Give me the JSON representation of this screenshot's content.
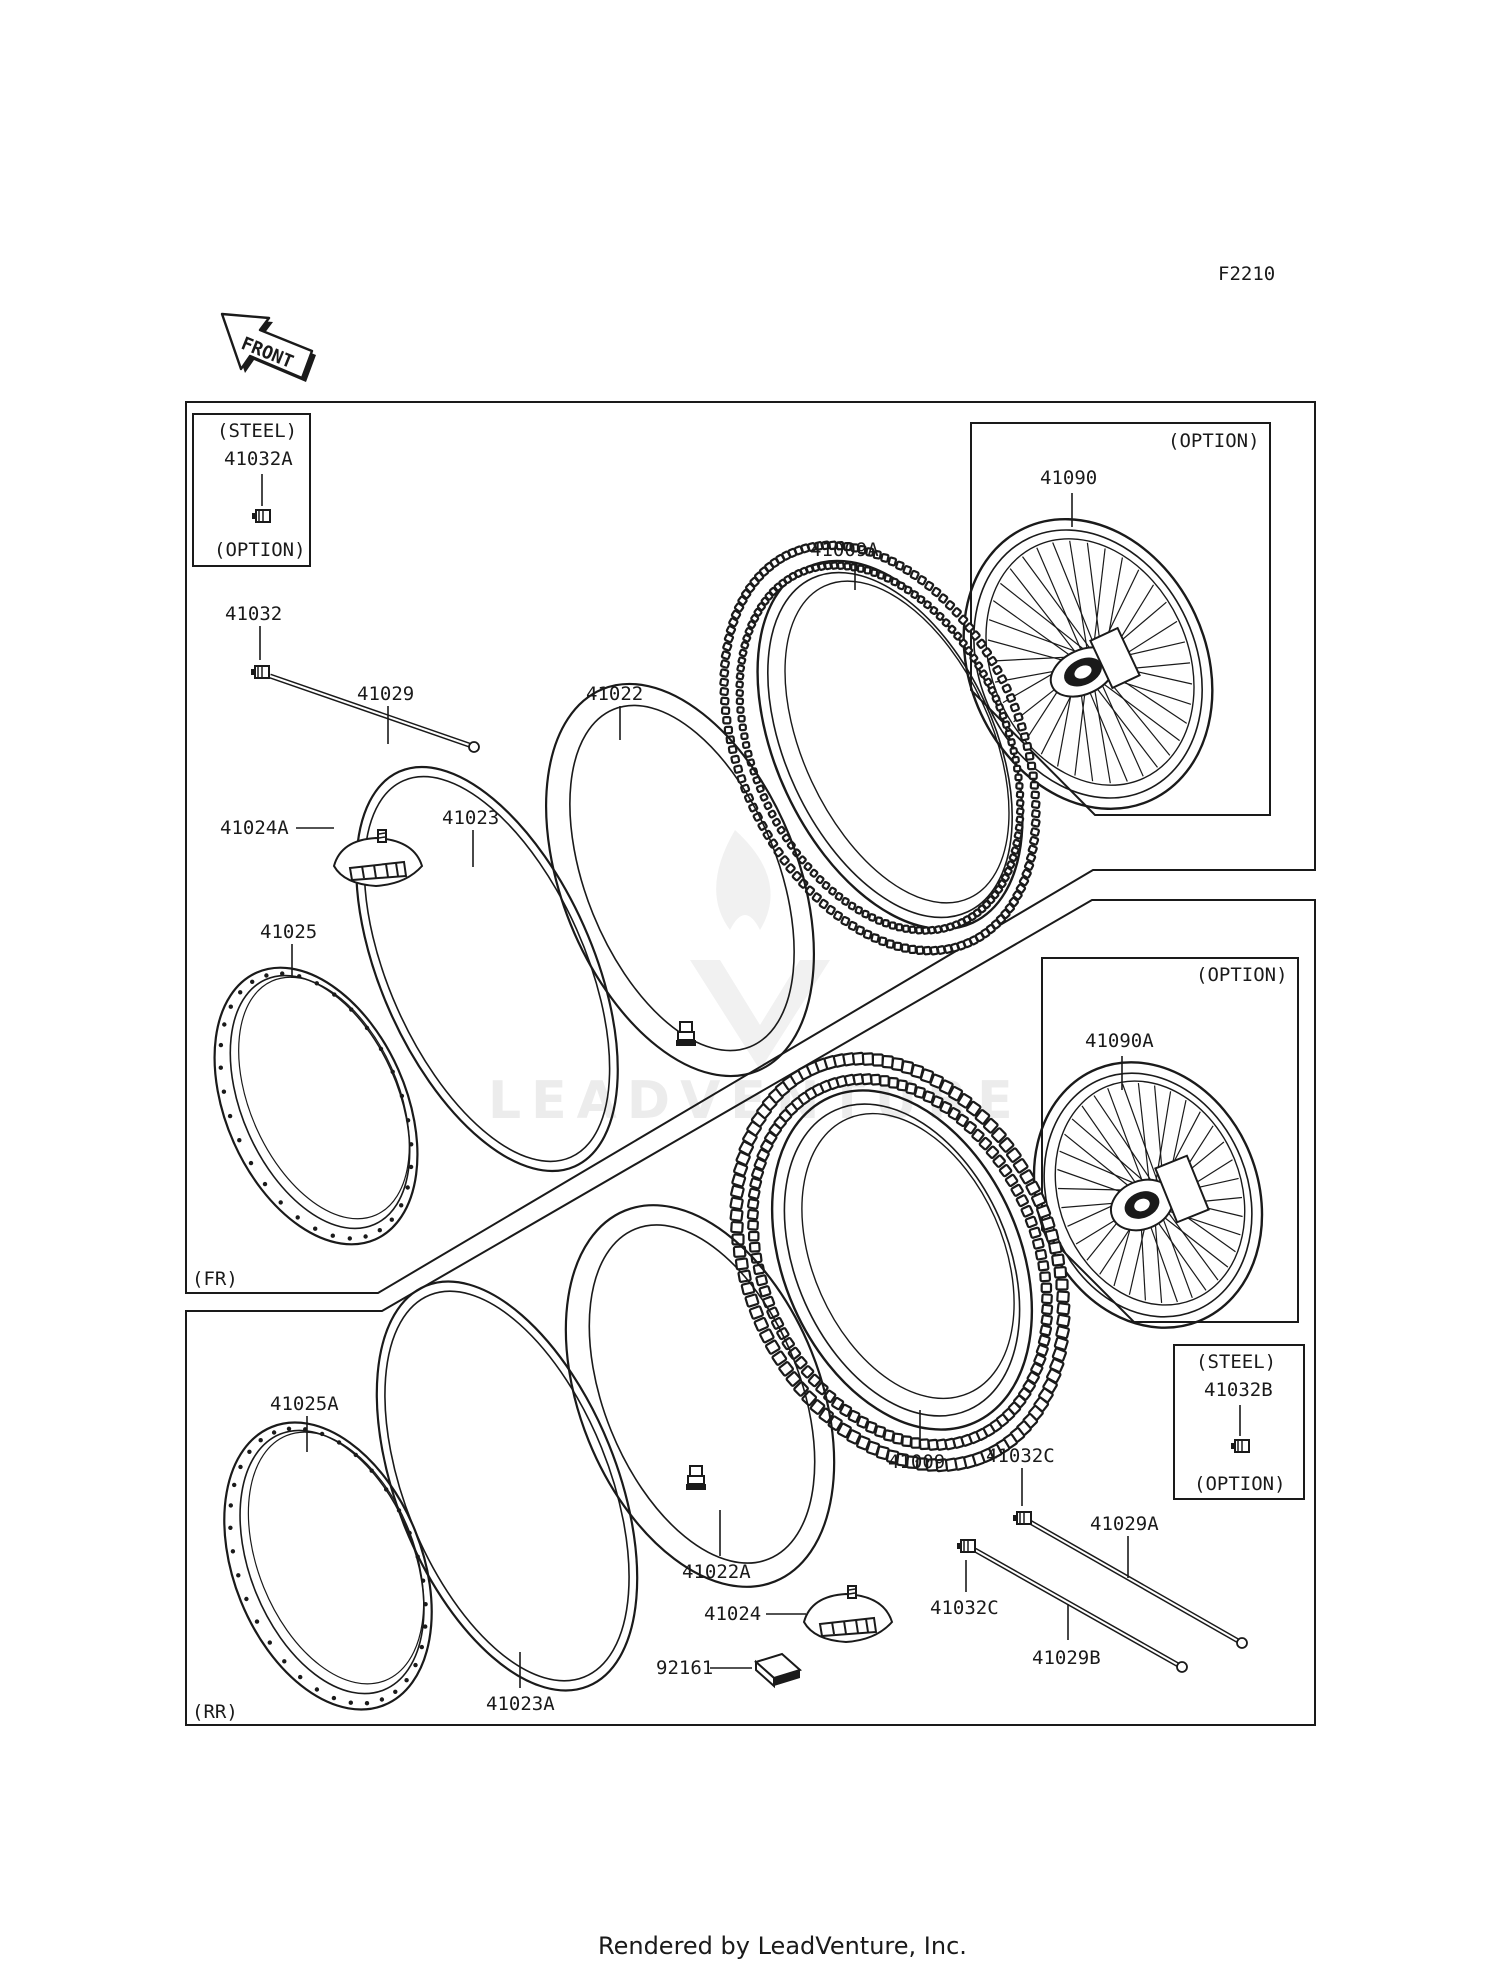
{
  "figure_code": "F2210",
  "front_arrow": "FRONT",
  "watermark": "LEADVENTURE",
  "footer": "Rendered by LeadVenture, Inc.",
  "sections": {
    "front": "(FR)",
    "rear": "(RR)"
  },
  "boxes": {
    "steel_front": {
      "top": "(STEEL)",
      "part": "41032A",
      "bottom": "(OPTION)"
    },
    "option_front": {
      "label": "(OPTION)",
      "part": "41090"
    },
    "option_rear": {
      "label": "(OPTION)",
      "part": "41090A"
    },
    "steel_rear": {
      "top": "(STEEL)",
      "part": "41032B",
      "bottom": "(OPTION)"
    }
  },
  "parts": {
    "p41032": "41032",
    "p41029": "41029",
    "p41022": "41022",
    "p41009A": "41009A",
    "p41024A": "41024A",
    "p41023": "41023",
    "p41025": "41025",
    "p41025A": "41025A",
    "p41023A": "41023A",
    "p41022A": "41022A",
    "p41009": "41009",
    "p41032C_1": "41032C",
    "p41029A": "41029A",
    "p41024": "41024",
    "p41032C_2": "41032C",
    "p41029B": "41029B",
    "p92161": "92161"
  }
}
